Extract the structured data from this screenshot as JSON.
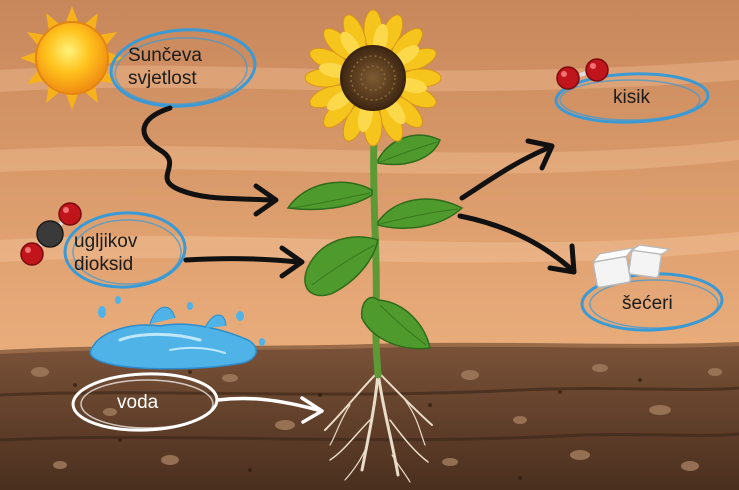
{
  "labels": {
    "sunlight_line1": "Sunčeva",
    "sunlight_line2": "svjetlost",
    "co2_line1": "ugljikov",
    "co2_line2": "dioksid",
    "water": "voda",
    "oxygen": "kisik",
    "sugars": "šećeri"
  },
  "colors": {
    "sky_top": "#c98a5e",
    "sky_bottom": "#f0b987",
    "soil": "#5e3d28",
    "ellipse_blue": "#3a9ad6",
    "ellipse_white": "#ffffff",
    "arrow": "#111111",
    "leaf": "#4b9a2e",
    "petal": "#f4c21b",
    "molecule_red": "#c0151b",
    "molecule_carbon": "#3a3a3a",
    "water": "#4fb3e8"
  },
  "icons": [
    "sun-icon",
    "sunflower-plant-icon",
    "co2-molecule-icon",
    "o2-molecule-icon",
    "sugar-cubes-icon",
    "water-puddle-icon",
    "roots-icon"
  ]
}
